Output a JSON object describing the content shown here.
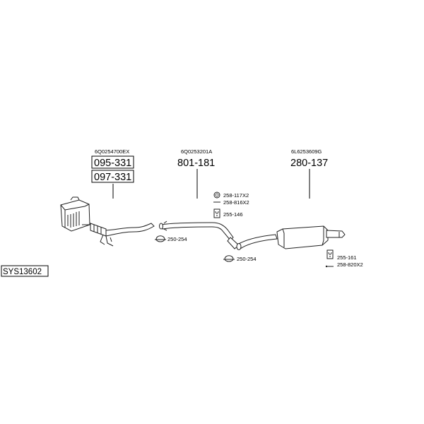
{
  "system_code": "SYS13602",
  "assemblies": [
    {
      "oe_number": "6Q0254700EX",
      "part_numbers": [
        "095-331",
        "097-331"
      ]
    },
    {
      "oe_number": "6Q0253201A",
      "part_numbers": [
        "801-181"
      ]
    },
    {
      "oe_number": "6L6253609G",
      "part_numbers": [
        "280-137"
      ]
    }
  ],
  "accessories": [
    {
      "label": "250-254",
      "icon": "clamp-icon"
    },
    {
      "label": "258-117X2",
      "icon": "ring-icon"
    },
    {
      "label": "258-816X2",
      "icon": ""
    },
    {
      "label": "255-146",
      "icon": "hanger-icon"
    },
    {
      "label": "250-254",
      "icon": "clamp-icon"
    },
    {
      "label": "255-161",
      "icon": "hanger-icon"
    },
    {
      "label": "258-820X2",
      "icon": "bolt-icon"
    }
  ]
}
